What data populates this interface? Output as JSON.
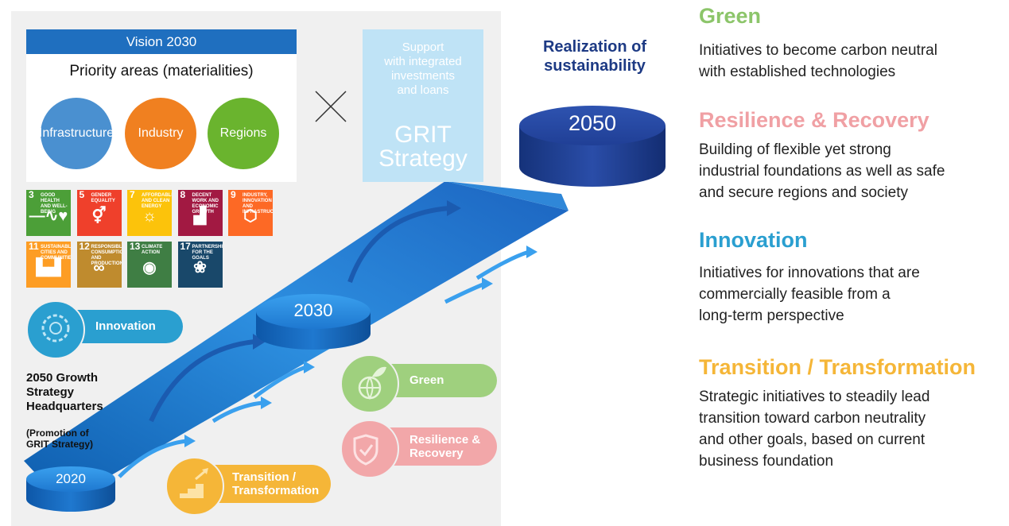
{
  "vision": {
    "header": "Vision 2030",
    "priority_title": "Priority areas (materialities)",
    "circles": [
      {
        "label": "Infrastructure",
        "color": "#4a90d0"
      },
      {
        "label": "Industry",
        "color": "#f08020"
      },
      {
        "label": "Regions",
        "color": "#6ab42e"
      }
    ]
  },
  "grit": {
    "line1": "Support",
    "line2": "with integrated",
    "line3": "investments",
    "line4": "and loans",
    "big1": "GRIT",
    "big2": "Strategy"
  },
  "realization": {
    "line1": "Realization of",
    "line2": "sustainability"
  },
  "discs": {
    "d2020": "2020",
    "d2030": "2030",
    "d2050": "2050"
  },
  "sdgs": [
    {
      "num": "3",
      "label": "GOOD HEALTH AND WELL-BEING",
      "color": "#4c9f38",
      "icon": "—∿♥"
    },
    {
      "num": "5",
      "label": "GENDER EQUALITY",
      "color": "#ef402b",
      "icon": "⚥"
    },
    {
      "num": "7",
      "label": "AFFORDABLE AND CLEAN ENERGY",
      "color": "#fcc30b",
      "icon": "☼"
    },
    {
      "num": "8",
      "label": "DECENT WORK AND ECONOMIC GROWTH",
      "color": "#a21942",
      "icon": "▟"
    },
    {
      "num": "9",
      "label": "INDUSTRY, INNOVATION AND INFRASTRUCTURE",
      "color": "#fd6925",
      "icon": "⬡"
    },
    {
      "num": "11",
      "label": "SUSTAINABLE CITIES AND COMMUNITIES",
      "color": "#fd9d24",
      "icon": "▙▟"
    },
    {
      "num": "12",
      "label": "RESPONSIBLE CONSUMPTION AND PRODUCTION",
      "color": "#bf8b2e",
      "icon": "∞"
    },
    {
      "num": "13",
      "label": "CLIMATE ACTION",
      "color": "#3f7e44",
      "icon": "◉"
    },
    {
      "num": "17",
      "label": "PARTNERSHIPS FOR THE GOALS",
      "color": "#19486a",
      "icon": "❀"
    }
  ],
  "pills": {
    "innovation": "Innovation",
    "green": "Green",
    "resilience_1": "Resilience &",
    "resilience_2": "Recovery",
    "transition_1": "Transition /",
    "transition_2": "Transformation"
  },
  "hq": {
    "line1": "2050 Growth",
    "line2": "Strategy",
    "line3": "Headquarters",
    "sub1": "(Promotion of",
    "sub2": "GRIT Strategy)"
  },
  "right": [
    {
      "heading": "Green",
      "color": "#8cc56a",
      "lines": [
        "Initiatives to become carbon neutral",
        "with established technologies"
      ]
    },
    {
      "heading": "Resilience & Recovery",
      "color": "#f0a0a4",
      "lines": [
        "Building of flexible yet strong",
        "industrial foundations as well as safe",
        "and secure regions and society"
      ]
    },
    {
      "heading": "Innovation",
      "color": "#2a9fd0",
      "lines": [
        "Initiatives for innovations that are",
        "commercially feasible from a",
        "long-term perspective"
      ]
    },
    {
      "heading": "Transition / Transformation",
      "color": "#f5b638",
      "lines": [
        "Strategic initiatives to steadily lead",
        "transition toward carbon neutrality",
        "and other goals, based on current",
        "business foundation"
      ]
    }
  ]
}
